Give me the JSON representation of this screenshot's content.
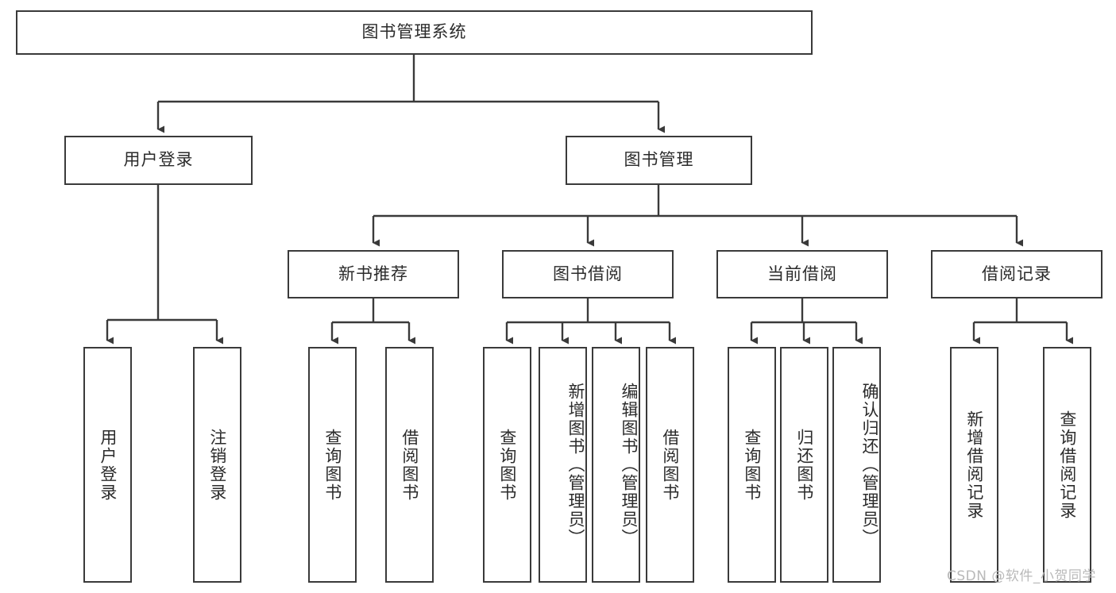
{
  "diagram": {
    "title": "图书管理系统",
    "type": "tree",
    "watermark": "CSDN @软件_小贺同学",
    "colors": {
      "node_border": "#3a3a3a",
      "node_fill": "#ffffff",
      "edge": "#3a3a3a",
      "text": "#2b2b2b",
      "watermark": "#b9b9b9",
      "background": "#ffffff"
    },
    "root": {
      "label": "图书管理系统"
    },
    "level2": [
      {
        "label": "用户登录"
      },
      {
        "label": "图书管理"
      }
    ],
    "level3": [
      {
        "label": "新书推荐"
      },
      {
        "label": "图书借阅"
      },
      {
        "label": "当前借阅"
      },
      {
        "label": "借阅记录"
      }
    ],
    "leaves": {
      "user_login": [
        {
          "label": "用户登录"
        },
        {
          "label": "注销登录"
        }
      ],
      "new_book": [
        {
          "label": "查询图书"
        },
        {
          "label": "借阅图书"
        }
      ],
      "book_borrow": [
        {
          "label": "查询图书"
        },
        {
          "label": "新增图书（管理员）"
        },
        {
          "label": "编辑图书（管理员）"
        },
        {
          "label": "借阅图书"
        }
      ],
      "current_borrow": [
        {
          "label": "查询图书"
        },
        {
          "label": "归还图书"
        },
        {
          "label": "确认归还（管理员）"
        }
      ],
      "borrow_record": [
        {
          "label": "新增借阅记录"
        },
        {
          "label": "查询借阅记录"
        }
      ]
    }
  }
}
